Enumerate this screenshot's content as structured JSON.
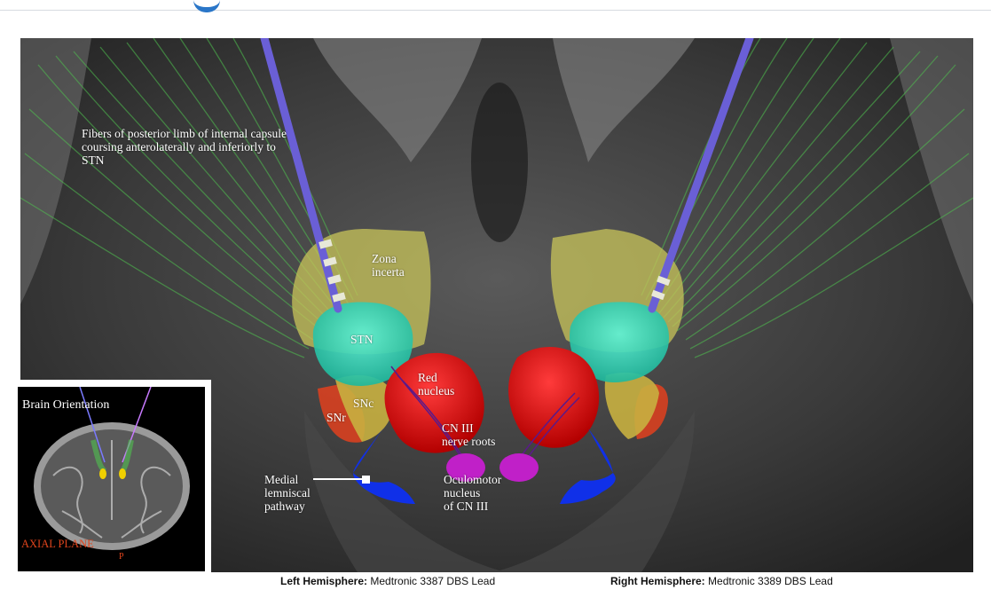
{
  "labels": {
    "fibers": "Fibers of posterior limb of internal capsule coursing anterolaterally and inferiorly to STN",
    "zona_incerta": "Zona\nincerta",
    "stn": "STN",
    "red_nucleus": "Red\nnucleus",
    "snc": "SNc",
    "snr": "SNr",
    "cn3_roots": "CN III\nnerve roots",
    "medial_lemniscus": "Medial\nlemniscal\npathway",
    "oculomotor": "Oculomotor\nnucleus\nof CN III"
  },
  "inset": {
    "title": "Brain Orientation",
    "plane": "AXIAL PLANE",
    "posterior": "P"
  },
  "captions": {
    "left_bold": "Left Hemisphere:",
    "left_text": " Medtronic 3387 DBS Lead",
    "right_bold": "Right Hemisphere:",
    "right_text": " Medtronic 3389 DBS Lead"
  },
  "colors": {
    "stn": "#3ee0c0",
    "red_nucleus": "#e60f0f",
    "zona_incerta": "#c8c45a",
    "lead": "#6a5fd6",
    "lemniscus": "#1030e8",
    "oculomotor": "#c020c8",
    "fibers": "#4fc24f",
    "accent": "#2a76c8"
  }
}
